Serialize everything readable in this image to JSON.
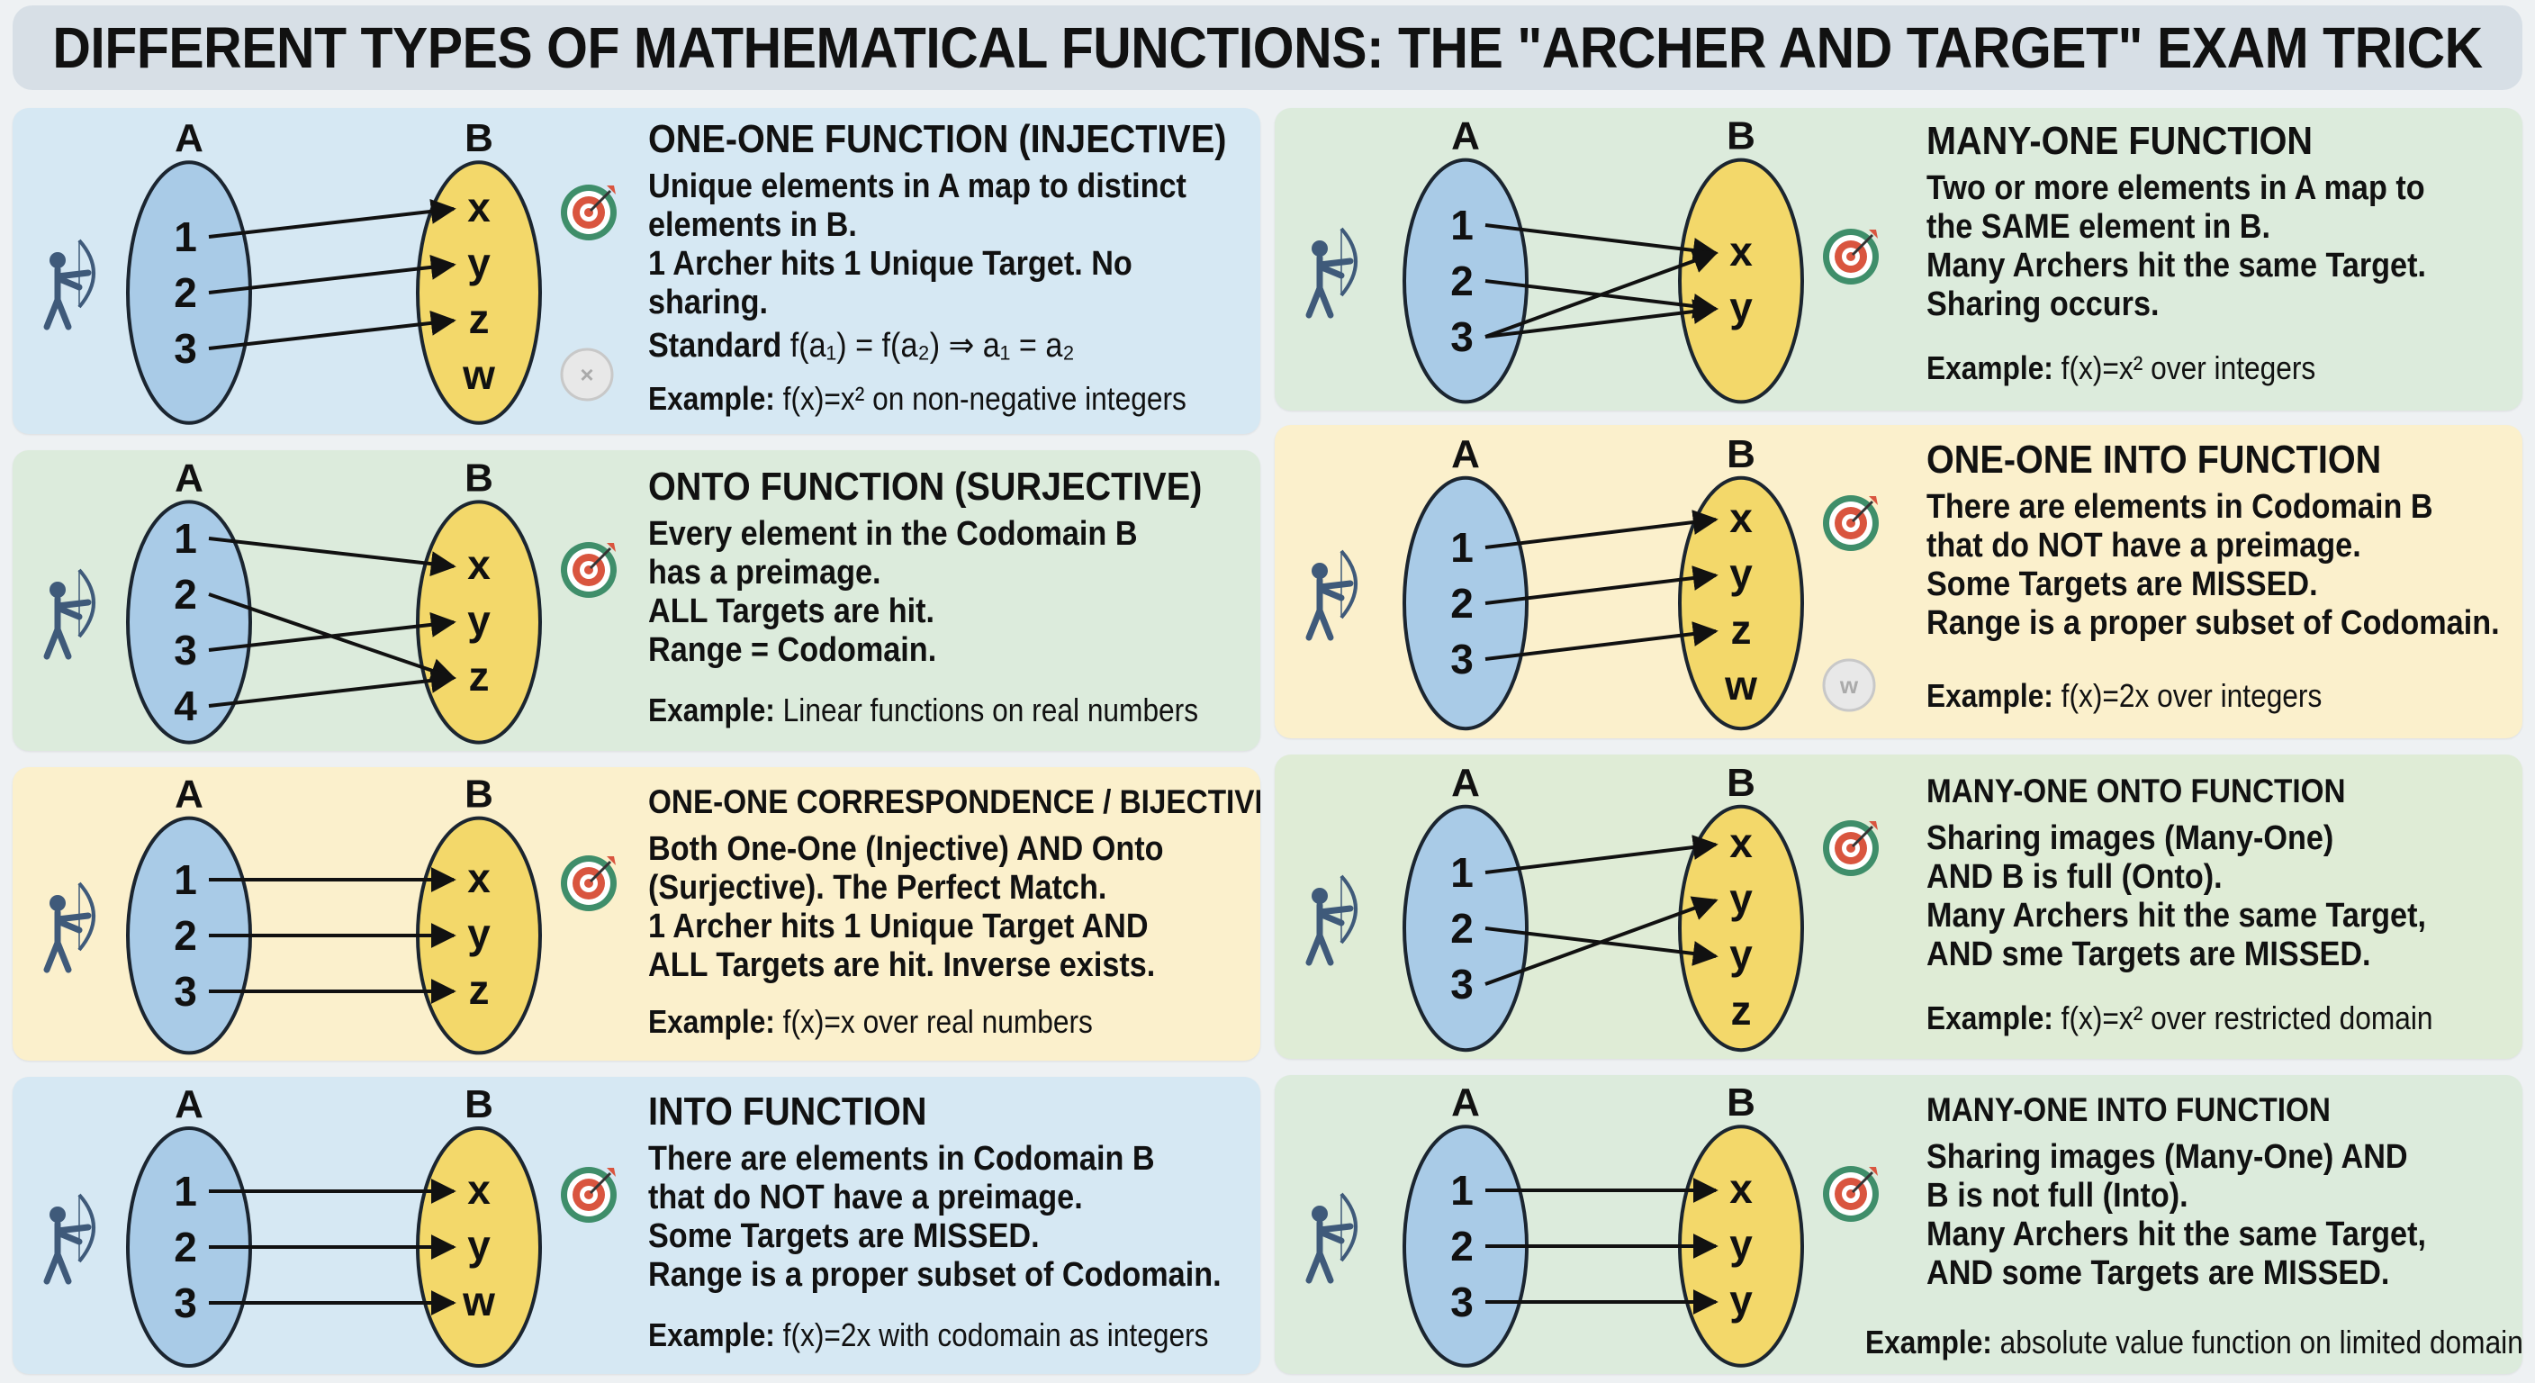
{
  "title": "DIFFERENT TYPES OF MATHEMATICAL FUNCTIONS: THE \"ARCHER AND TARGET\" EXAM TRICK",
  "colors": {
    "blue_panel": "#d6e8f3",
    "green_panel": "#dcebdc",
    "yellow_panel": "#fbf0cc",
    "set_a_fill": "#a9cbe7",
    "set_b_fill": "#f3d86a",
    "archer": "#3f5a7a",
    "target_outer": "#3f8e6a",
    "target_red": "#d9553f"
  },
  "set_labels": {
    "a": "A",
    "b": "B"
  },
  "icons": [
    "archer-icon",
    "target-icon",
    "missed-target-icon"
  ],
  "panels": [
    {
      "id": "one-one",
      "title": "ONE-ONE FUNCTION (INJECTIVE)",
      "lines": [
        "Unique elements in A map to distinct",
        "elements in B.",
        "1 Archer hits 1 Unique Target. No",
        "sharing."
      ],
      "standard_label": "Standard",
      "standard_formula": "f(a₁) = f(a₂) ⇒ a₁ = a₂",
      "example_label": "Example:",
      "example_text": "f(x)=x² on non-negative integers",
      "domain": [
        "1",
        "2",
        "3"
      ],
      "codomain": [
        "x",
        "y",
        "z",
        "w"
      ],
      "mapping": [
        [
          0,
          0
        ],
        [
          1,
          1
        ],
        [
          2,
          2
        ]
      ],
      "missed_label": "×"
    },
    {
      "id": "onto",
      "title": "ONTO FUNCTION (SURJECTIVE)",
      "lines": [
        "Every element in the Codomain B",
        "has a preimage.",
        "ALL Targets are hit.",
        "Range = Codomain."
      ],
      "example_label": "Example:",
      "example_text": "Linear functions on real numbers",
      "domain": [
        "1",
        "2",
        "3",
        "4"
      ],
      "codomain": [
        "x",
        "y",
        "z"
      ],
      "mapping": [
        [
          0,
          0
        ],
        [
          1,
          2
        ],
        [
          2,
          1
        ],
        [
          3,
          2
        ]
      ]
    },
    {
      "id": "bijective",
      "title": "ONE-ONE CORRESPONDENCE / BIJECTIVE",
      "lines": [
        "Both One-One (Injective) AND Onto",
        "(Surjective). The Perfect Match.",
        "1 Archer hits 1 Unique Target AND",
        "ALL Targets are hit. Inverse exists."
      ],
      "example_label": "Example:",
      "example_text": "f(x)=x over real numbers",
      "domain": [
        "1",
        "2",
        "3"
      ],
      "codomain": [
        "x",
        "y",
        "z"
      ],
      "mapping": [
        [
          0,
          0
        ],
        [
          1,
          1
        ],
        [
          2,
          2
        ]
      ]
    },
    {
      "id": "into",
      "title": "INTO FUNCTION",
      "lines": [
        "There are elements in Codomain B",
        "that do NOT have a preimage.",
        "Some Targets are MISSED.",
        "Range is a proper subset of Codomain."
      ],
      "example_label": "Example:",
      "example_text": "f(x)=2x with codomain as integers",
      "domain": [
        "1",
        "2",
        "3"
      ],
      "codomain": [
        "x",
        "y",
        "w"
      ],
      "mapping": [
        [
          0,
          0
        ],
        [
          1,
          1
        ],
        [
          2,
          2
        ]
      ]
    },
    {
      "id": "many-one",
      "title": "MANY-ONE FUNCTION",
      "lines": [
        "Two or more elements in A map to",
        "the SAME element in B.",
        "Many Archers hit the same Target.",
        "Sharing occurs."
      ],
      "example_label": "Example:",
      "example_text": "f(x)=x² over integers",
      "domain": [
        "1",
        "2",
        "3"
      ],
      "codomain": [
        "x",
        "y"
      ],
      "mapping": [
        [
          0,
          0
        ],
        [
          1,
          1
        ],
        [
          2,
          0
        ],
        [
          2,
          1
        ]
      ]
    },
    {
      "id": "one-one-into",
      "title": "ONE-ONE INTO FUNCTION",
      "lines": [
        "There are elements in Codomain B",
        "that do NOT have a preimage.",
        "Some Targets are MISSED.",
        "Range is a proper subset of Codomain."
      ],
      "example_label": "Example:",
      "example_text": "f(x)=2x over integers",
      "domain": [
        "1",
        "2",
        "3"
      ],
      "codomain": [
        "x",
        "y",
        "z",
        "w"
      ],
      "mapping": [
        [
          0,
          0
        ],
        [
          1,
          1
        ],
        [
          2,
          2
        ]
      ],
      "missed_label": "w"
    },
    {
      "id": "many-one-onto",
      "title": "MANY-ONE ONTO FUNCTION",
      "lines": [
        "Sharing images (Many-One)",
        "AND B is full (Onto).",
        "Many Archers hit the same Target,",
        "AND sme Targets are MISSED."
      ],
      "example_label": "Example:",
      "example_text": "f(x)=x² over restricted domain",
      "domain": [
        "1",
        "2",
        "3"
      ],
      "codomain": [
        "x",
        "y",
        "y",
        "z"
      ],
      "mapping": [
        [
          0,
          0
        ],
        [
          1,
          2
        ],
        [
          2,
          1
        ]
      ]
    },
    {
      "id": "many-one-into",
      "title": "MANY-ONE INTO FUNCTION",
      "lines": [
        "Sharing images (Many-One) AND",
        "B is not full (Into).",
        "Many Archers hit the same Target,",
        "AND some Targets are MISSED."
      ],
      "example_label": "Example:",
      "example_text": "absolute value function on limited domain",
      "domain": [
        "1",
        "2",
        "3"
      ],
      "codomain": [
        "x",
        "y",
        "y"
      ],
      "mapping": [
        [
          0,
          0
        ],
        [
          1,
          1
        ],
        [
          2,
          2
        ]
      ]
    }
  ]
}
